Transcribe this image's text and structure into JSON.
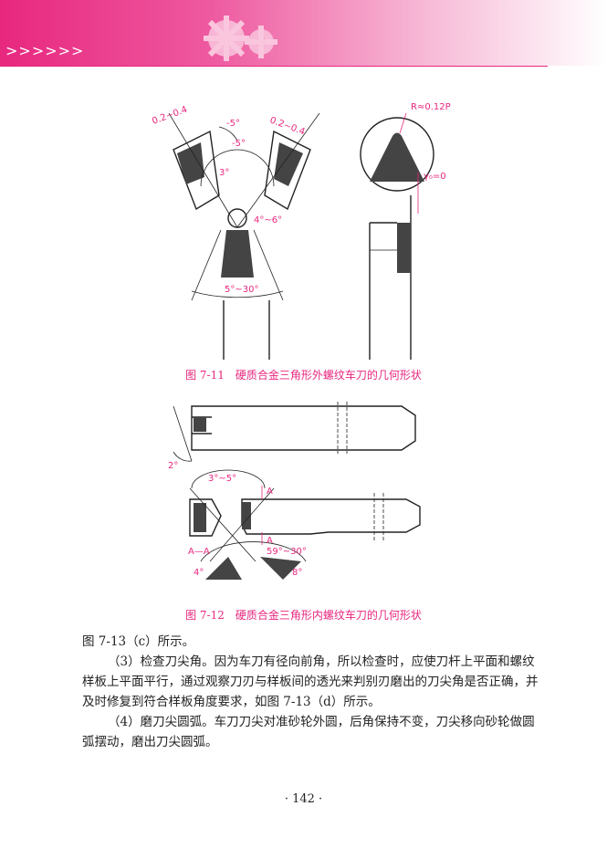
{
  "header": {
    "chevrons": ">>>>>>"
  },
  "figures": {
    "fig1": {
      "caption": "图 7-11　硬质合金三角形外螺纹车刀的几何形状",
      "labels": {
        "l1": "0.2~0.4",
        "l2": "-5°",
        "l3": "-5°",
        "l4": "0.2~0.4",
        "l5": "3°",
        "l6": "4°~6°",
        "l7": "5°~30°",
        "l8": "R≈0.12P",
        "l9": "γ₀=0"
      }
    },
    "fig2": {
      "caption": "图 7-12　硬质合金三角形内螺纹车刀的几何形状",
      "labels": {
        "m1": "2°",
        "m2": "3°~5°",
        "m3": "A",
        "m4": "A",
        "m5": "A—A",
        "m6": "59°~30°",
        "m7": "4°",
        "m8": "8°"
      }
    }
  },
  "body": {
    "p1": "图 7-13（c）所示。",
    "p2": "（3）检查刀尖角。因为车刀有径向前角，所以检查时，应使刀杆上平面和螺纹样板上平面平行，通过观察刀刃与样板间的透光来判别刃磨出的刀尖角是否正确，并及时修复到符合样板角度要求，如图 7-13（d）所示。",
    "p3": "（4）磨刀尖圆弧。车刀刀尖对准砂轮外圆，后角保持不变，刀尖移向砂轮做圆弧摆动，磨出刀尖圆弧。"
  },
  "footer": {
    "page_number": "· 142 ·"
  }
}
